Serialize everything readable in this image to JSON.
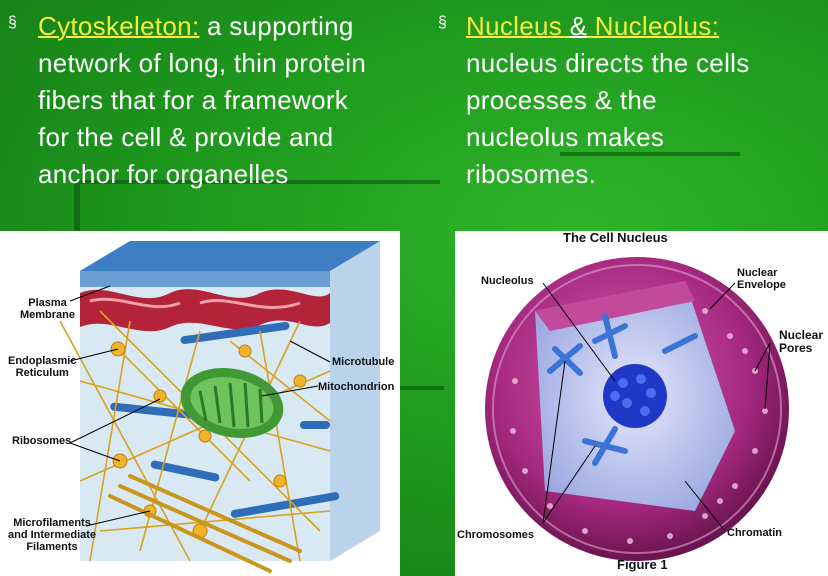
{
  "left_bullet": {
    "heading": "Cytoskeleton",
    "colon": ":",
    "line1_rest": " a supporting",
    "line2": "network of long, thin protein",
    "line3": "fibers that for a framework",
    "line4": "for the cell & provide and",
    "line5": "anchor for organelles"
  },
  "right_bullet": {
    "heading1": "Nucleus ",
    "amp": "&",
    "heading2": " Nucleolus",
    "colon": ":",
    "line2": "nucleus directs the cells",
    "line3": "processes & the",
    "line4": "nucleolus makes",
    "line5": "ribosomes."
  },
  "bullet_symbol": "§",
  "cytoskeleton_labels": {
    "plasma_membrane": "Plasma\nMembrane",
    "er": "Endoplasmic\nReticulum",
    "ribosomes": "Ribosomes",
    "microfilaments": "Microfilaments\nand Intermediate\nFilaments",
    "microtubule": "Microtubule",
    "mitochondrion": "Mitochondrion"
  },
  "nucleus_labels": {
    "title": "The Cell Nucleus",
    "nucleolus": "Nucleolus",
    "envelope": "Nuclear\nEnvelope",
    "pores": "Nuclear\nPores",
    "chromosomes": "Chromosomes",
    "chromatin": "Chromatin",
    "figure": "Figure 1"
  },
  "colors": {
    "background": "#1f9a1e",
    "heading": "#f6ec3e",
    "text": "#ffffff"
  }
}
